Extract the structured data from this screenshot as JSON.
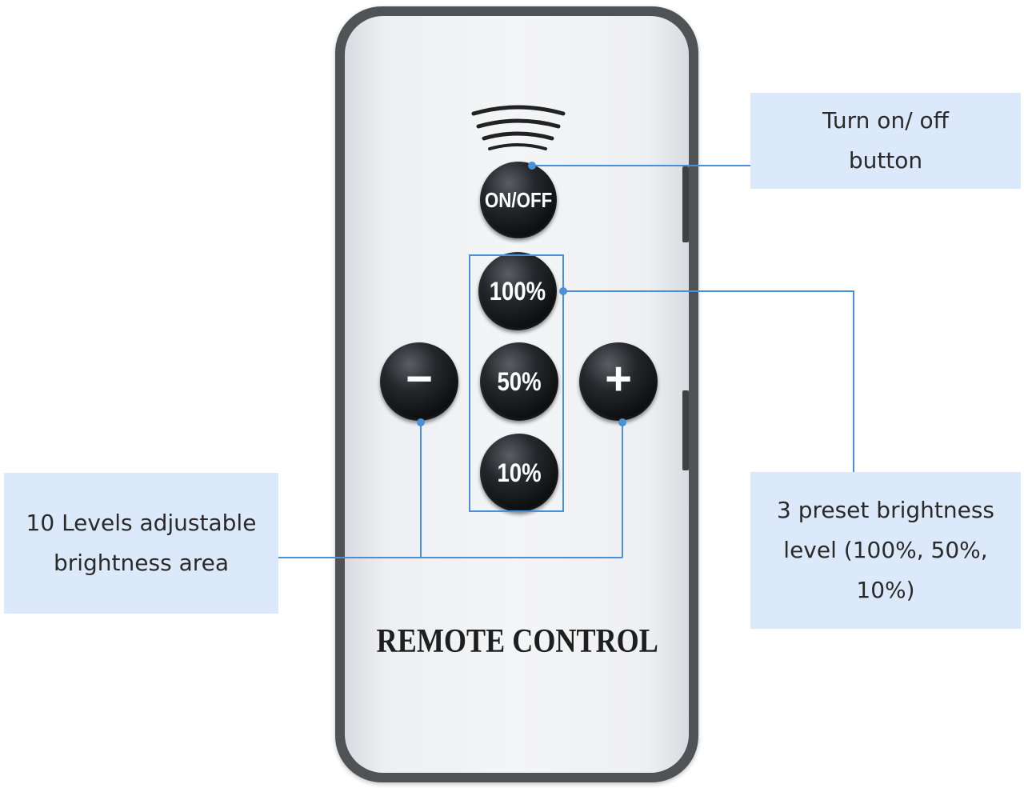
{
  "remote": {
    "buttons": {
      "power": "ON/OFF",
      "preset_high": "100%",
      "preset_mid": "50%",
      "preset_low": "10%",
      "decrease": "−",
      "increase": "+"
    },
    "label": "REMOTE CONTROL"
  },
  "callouts": {
    "power": "Turn on/ off\nbutton",
    "adjust": "10 Levels adjustable\nbrightness area",
    "presets": "3 preset brightness\nlevel (100%, 50%,\n10%)"
  },
  "colors": {
    "leader_line": "#4a90d9",
    "callout_bg": "#dce9fb",
    "button": "#111214"
  }
}
